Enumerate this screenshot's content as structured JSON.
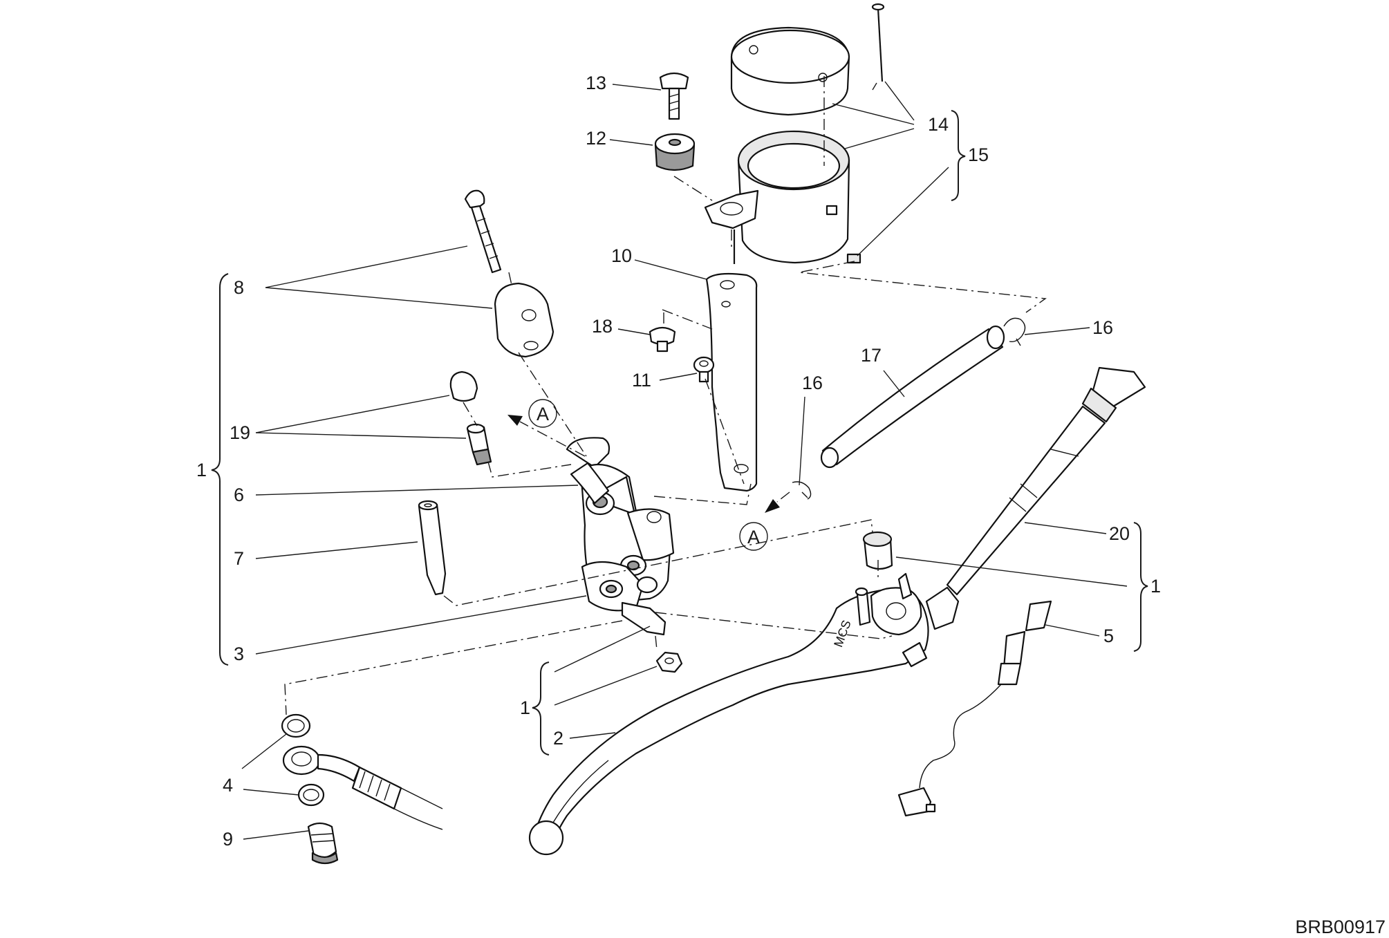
{
  "diagram": {
    "drawing_code": "BRB00917",
    "detail_marker": "A",
    "callouts": {
      "c13": "13",
      "c12": "12",
      "c14": "14",
      "c15": "15",
      "c10": "10",
      "c18": "18",
      "c11": "11",
      "c8": "8",
      "c19": "19",
      "c1_left": "1",
      "c6": "6",
      "c7": "7",
      "c3": "3",
      "c17": "17",
      "c16_top": "16",
      "c16_mid": "16",
      "c20": "20",
      "c1_right": "1",
      "c5": "5",
      "c1_bottom": "1",
      "c2": "2",
      "c4": "4",
      "c9": "9"
    }
  }
}
